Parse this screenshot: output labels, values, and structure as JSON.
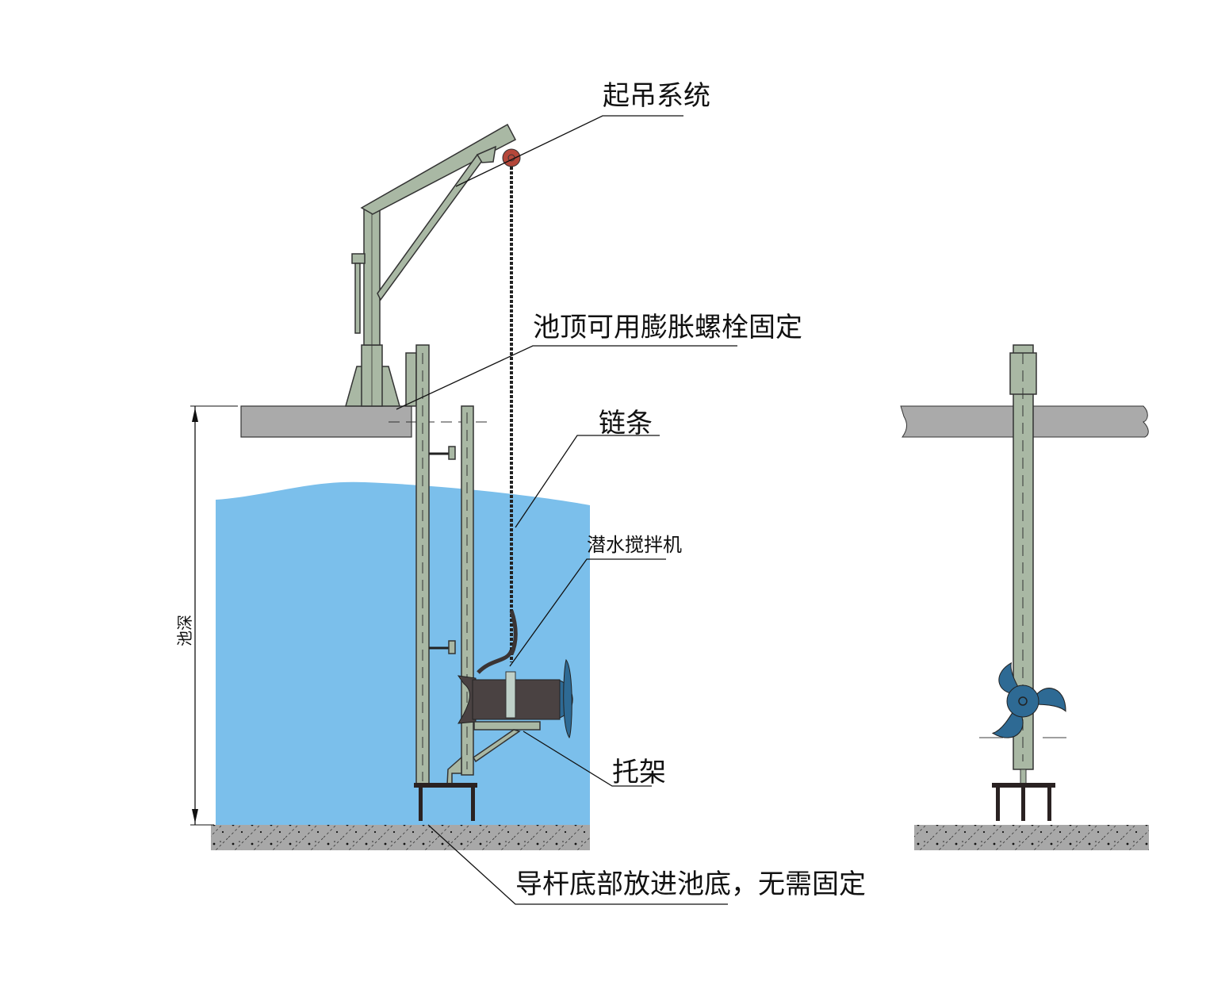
{
  "labels": {
    "hoist_system": "起吊系统",
    "expansion_bolt": "池顶可用膨胀螺栓固定",
    "chain": "链条",
    "mixer": "潜水搅拌机",
    "bracket": "托架",
    "guide_rod_bottom": "导杆底部放进池底，无需固定",
    "pool_depth": "池深"
  },
  "colors": {
    "water": "#7bbfeb",
    "steel": "#a9b8a4",
    "concrete": "#a8a8a8",
    "slab": "#aaaaaa",
    "motor": "#4a4242",
    "propeller": "#2e6a94",
    "pulley": "#b5473a"
  }
}
